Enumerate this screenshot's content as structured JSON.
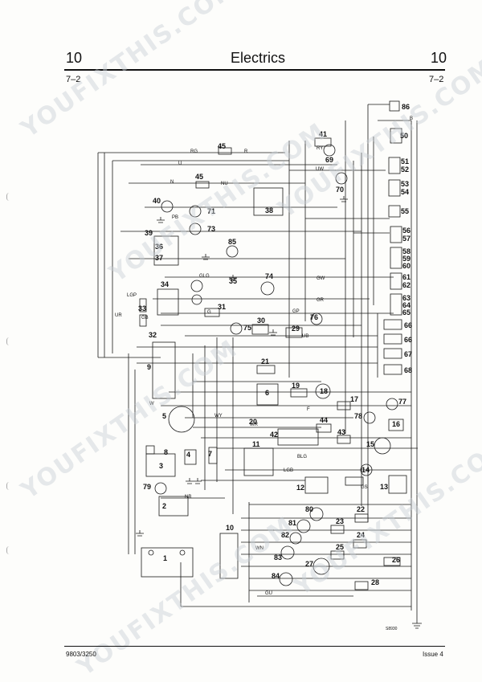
{
  "header": {
    "chapter_left": "10",
    "title": "Electrics",
    "chapter_right": "10",
    "section_left": "7–2",
    "section_right": "7–2"
  },
  "footer": {
    "doc_number": "9803/3250",
    "issue": "Issue 4"
  },
  "diagram": {
    "ref_code": "S8930",
    "component_numbers": [
      "1",
      "2",
      "3",
      "4",
      "5",
      "6",
      "7",
      "8",
      "9",
      "10",
      "11",
      "12",
      "13",
      "14",
      "15",
      "16",
      "17",
      "18",
      "19",
      "20",
      "21",
      "22",
      "23",
      "24",
      "25",
      "26",
      "27",
      "28",
      "29",
      "30",
      "31",
      "32",
      "33",
      "34",
      "35",
      "36",
      "37",
      "38",
      "39",
      "40",
      "41",
      "42",
      "43",
      "44",
      "45",
      "45",
      "50",
      "51",
      "52",
      "53",
      "54",
      "55",
      "56",
      "57",
      "58",
      "59",
      "60",
      "61",
      "62",
      "63",
      "64",
      "65",
      "66",
      "66",
      "67",
      "68",
      "69",
      "70",
      "71",
      "73",
      "74",
      "75",
      "76",
      "77",
      "78",
      "79",
      "80",
      "81",
      "82",
      "83",
      "84",
      "85",
      "86"
    ],
    "wire_colour_codes": [
      "RG",
      "R",
      "U",
      "N",
      "NU",
      "UW",
      "RY",
      "B",
      "PB",
      "G",
      "W",
      "GLG",
      "GW",
      "LGP",
      "UR",
      "GB",
      "GR",
      "GP",
      "WY",
      "WR",
      "F",
      "LGB",
      "BLG",
      "GS",
      "NB",
      "WN",
      "GU",
      "UB"
    ]
  },
  "watermark": {
    "text": "YOUFIXTHIS.COM"
  }
}
